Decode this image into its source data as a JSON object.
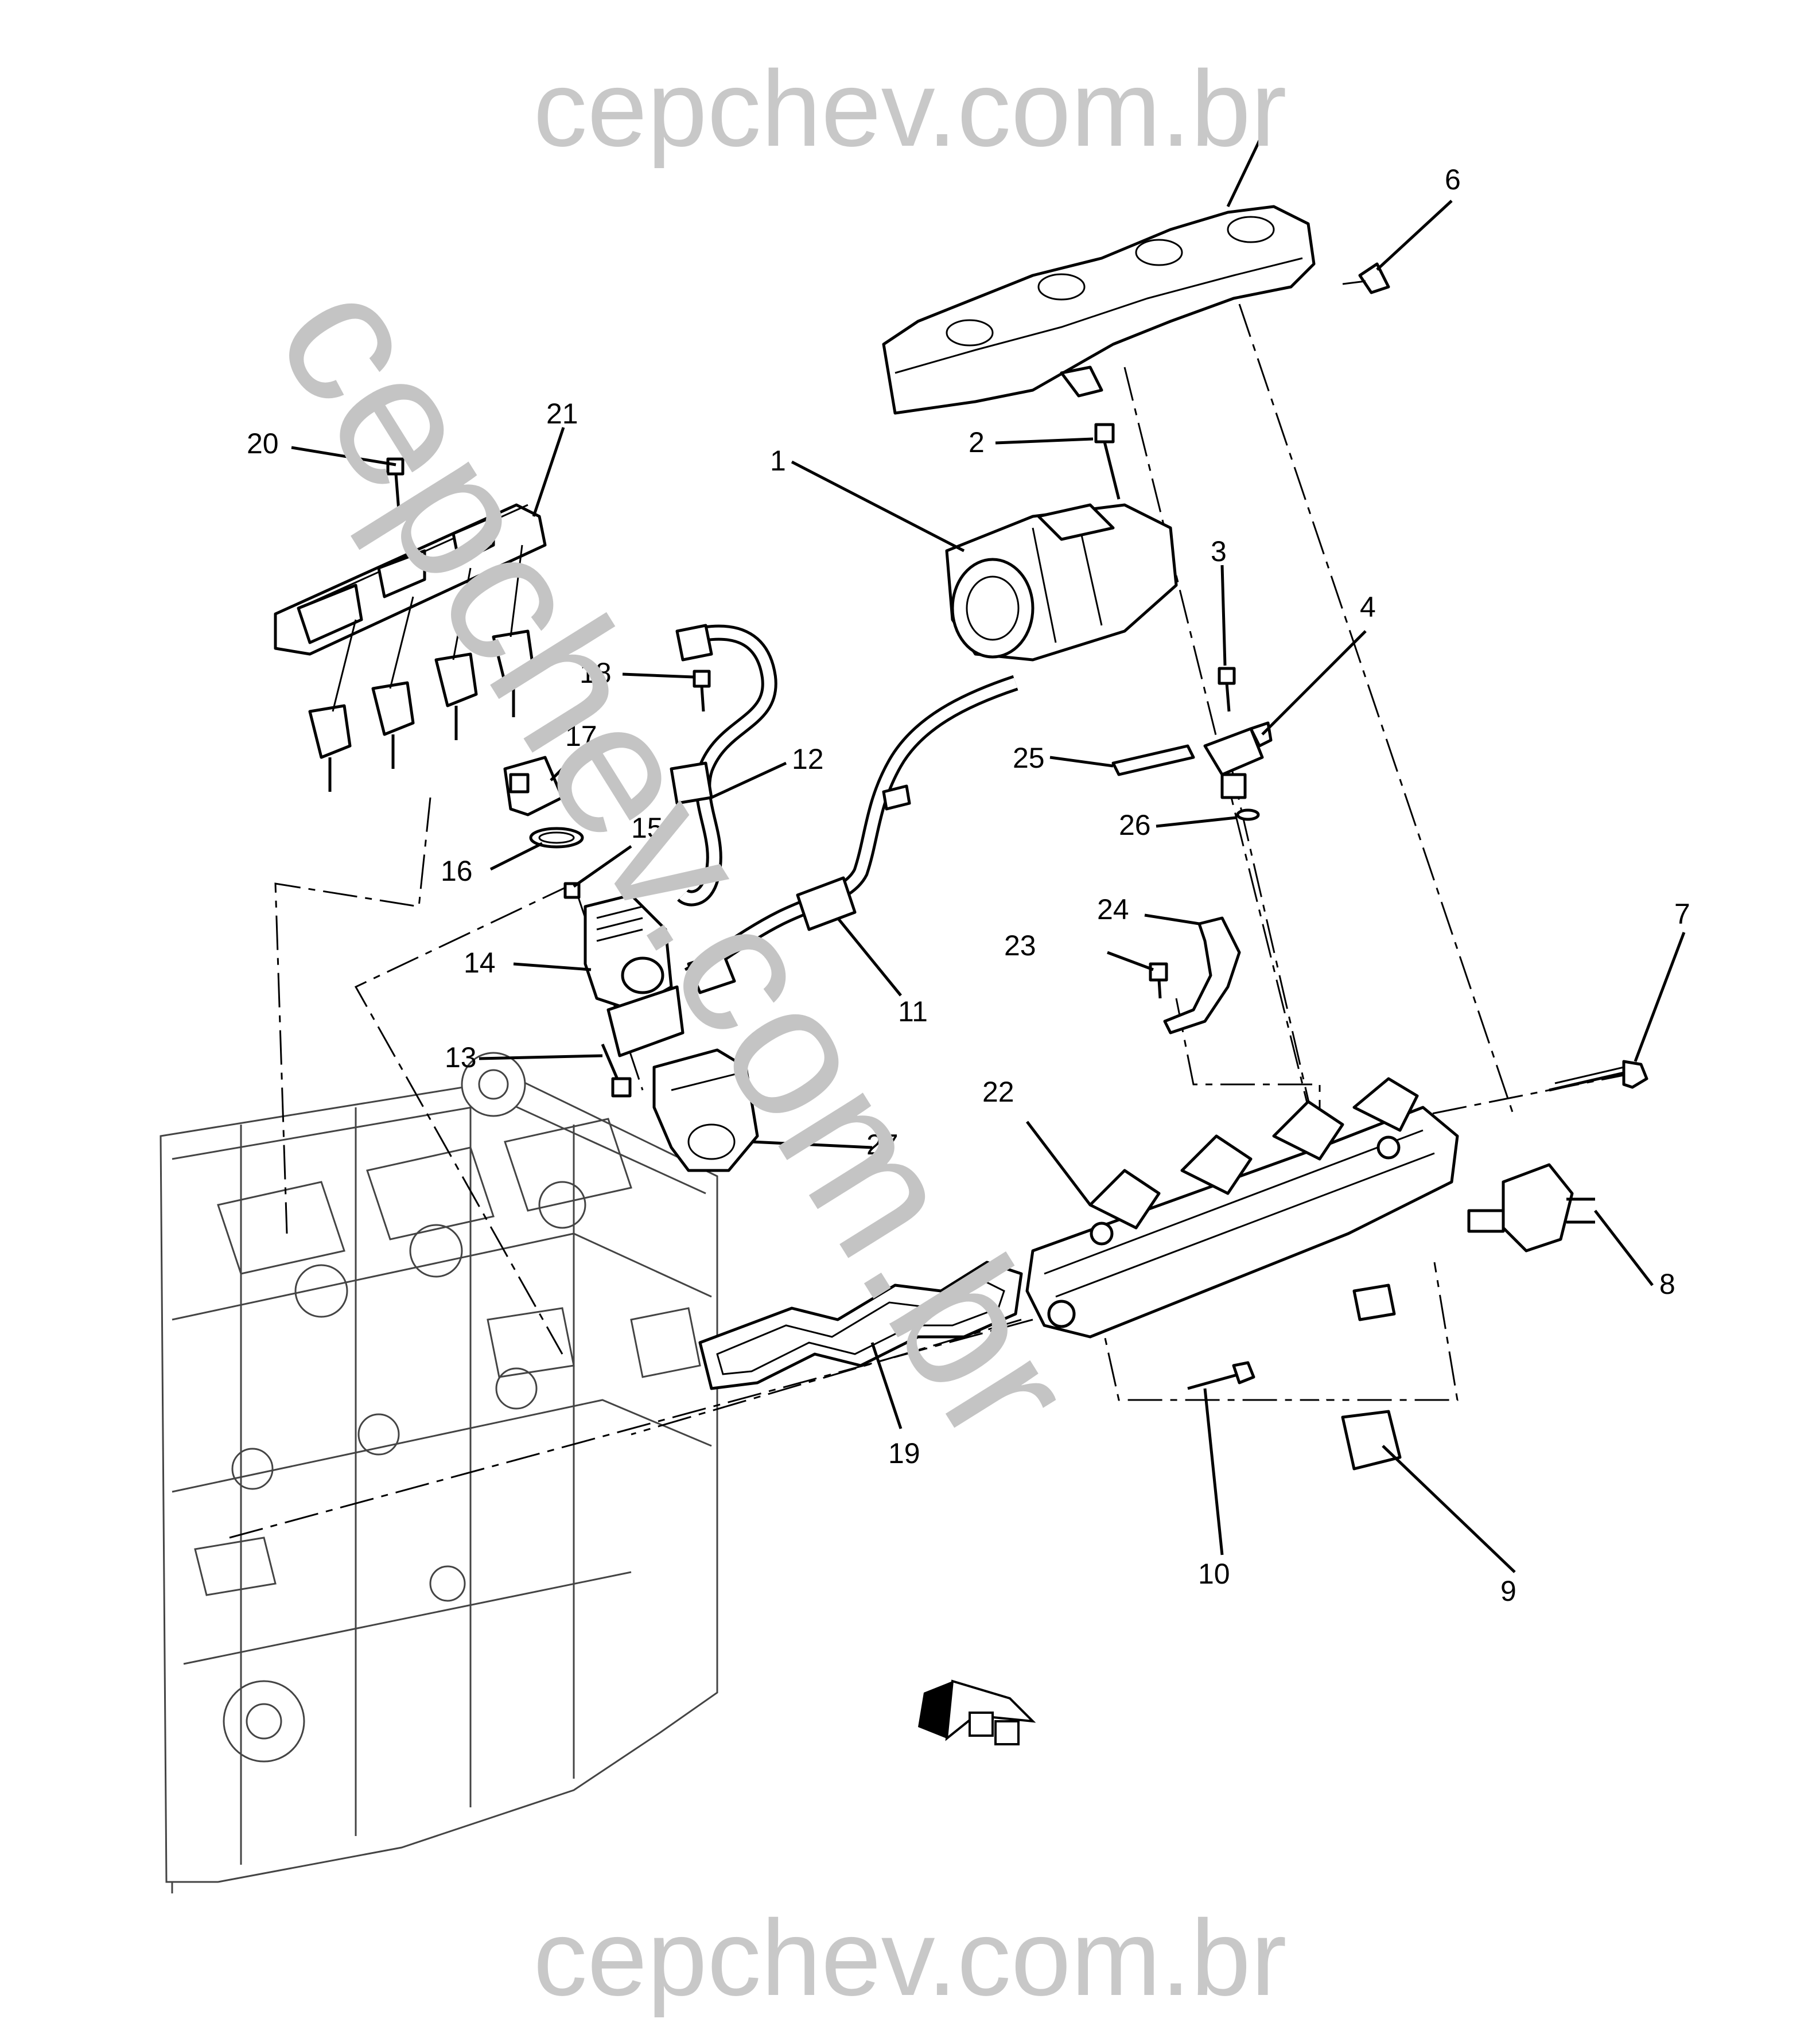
{
  "watermark": {
    "top": "cepchev.com.br",
    "bottom": "cepchev.com.br",
    "diagonal": "cepchev.com.br"
  },
  "callouts": [
    {
      "id": "1",
      "label": "1"
    },
    {
      "id": "2",
      "label": "2"
    },
    {
      "id": "3",
      "label": "3"
    },
    {
      "id": "4",
      "label": "4"
    },
    {
      "id": "6",
      "label": "6"
    },
    {
      "id": "7",
      "label": "7"
    },
    {
      "id": "8",
      "label": "8"
    },
    {
      "id": "9",
      "label": "9"
    },
    {
      "id": "10",
      "label": "10"
    },
    {
      "id": "11",
      "label": "11"
    },
    {
      "id": "12",
      "label": "12"
    },
    {
      "id": "13",
      "label": "13"
    },
    {
      "id": "14",
      "label": "14"
    },
    {
      "id": "15",
      "label": "15"
    },
    {
      "id": "16",
      "label": "16"
    },
    {
      "id": "17",
      "label": "17"
    },
    {
      "id": "18",
      "label": "18"
    },
    {
      "id": "19",
      "label": "19"
    },
    {
      "id": "20",
      "label": "20"
    },
    {
      "id": "21",
      "label": "21"
    },
    {
      "id": "22",
      "label": "22"
    },
    {
      "id": "23",
      "label": "23"
    },
    {
      "id": "24",
      "label": "24"
    },
    {
      "id": "25",
      "label": "25"
    },
    {
      "id": "26",
      "label": "26"
    },
    {
      "id": "27",
      "label": "27"
    }
  ],
  "icons": {
    "direction_arrow": "front-direction-arrow-icon"
  }
}
